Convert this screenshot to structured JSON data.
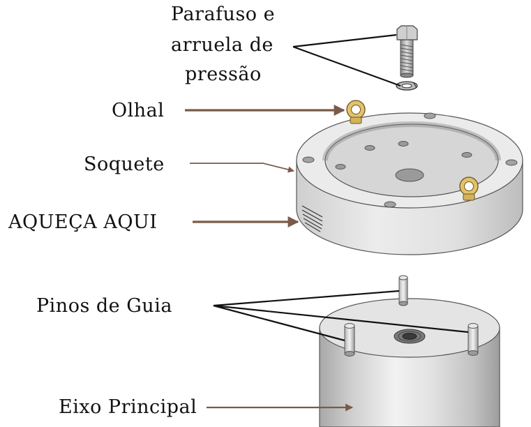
{
  "labels": {
    "screw_line1": "Parafuso e",
    "screw_line2": "arruela de",
    "screw_line3": "pressão",
    "eyelet": "Olhal",
    "socket": "Soquete",
    "heat_here": "AQUEÇA AQUI",
    "guide_pins": "Pinos de Guia",
    "main_shaft": "Eixo Principal"
  },
  "colors": {
    "arrow_brown": "#7a5a48",
    "leader_black": "#111111",
    "metal_light": "#ececec",
    "metal_mid": "#d2d2d2",
    "metal_dark": "#9a9a9a",
    "eyelet_gold": "#e2c26c"
  }
}
